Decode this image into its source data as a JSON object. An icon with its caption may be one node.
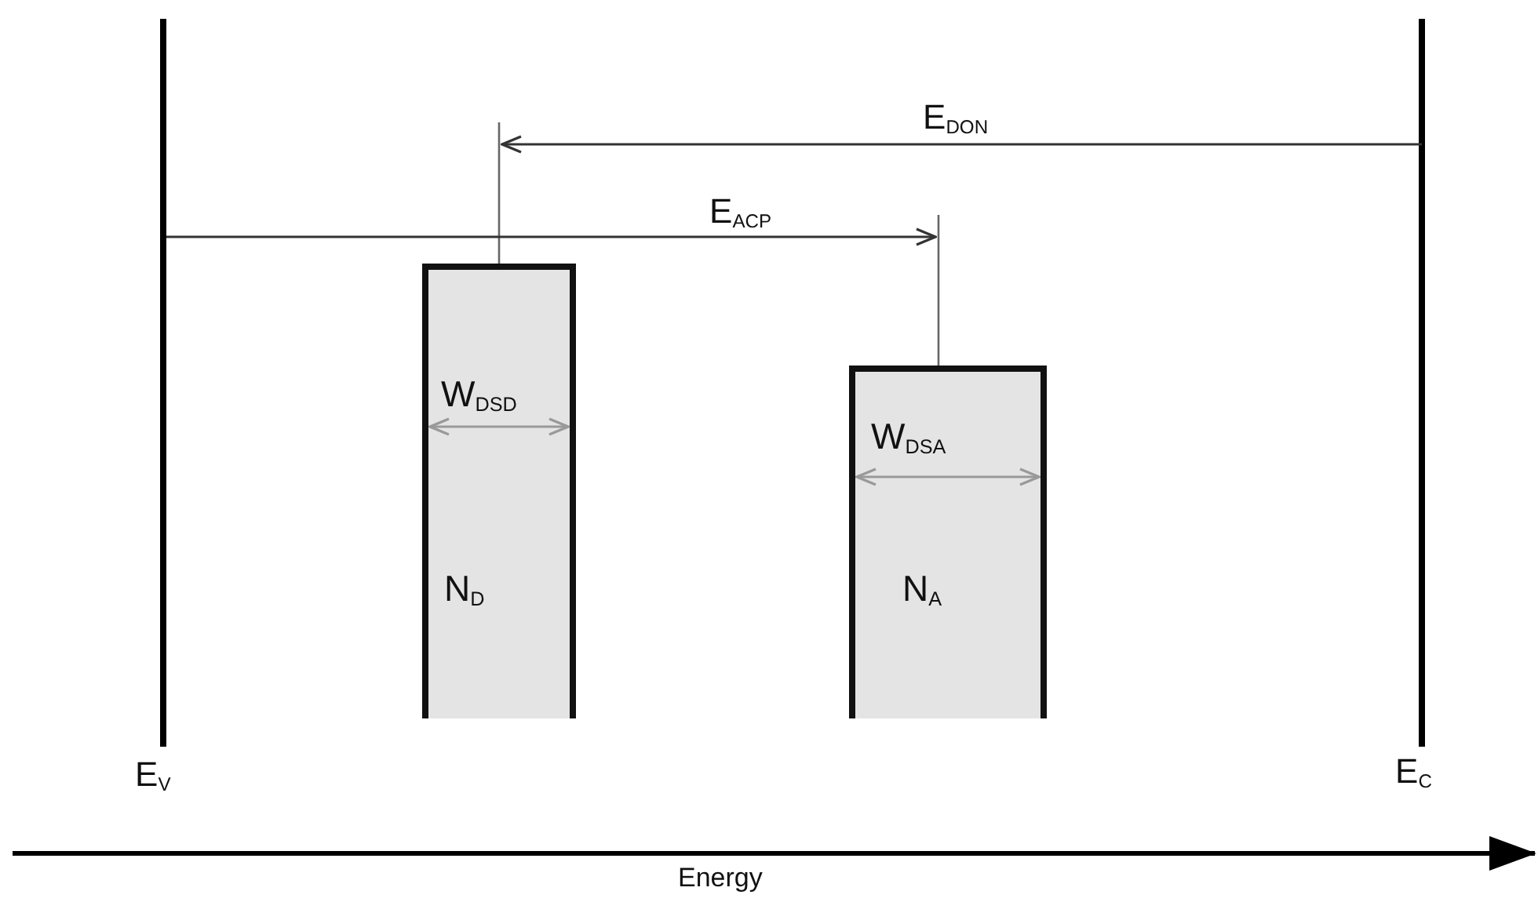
{
  "diagram": {
    "nodes": [
      {
        "text": [
          "W$_{DSD}$",
          "N$_{D}$"
        ]
      },
      {
        "text": [
          "W$_{DSA}$",
          "N$_{A}$"
        ]
      }
    ],
    "labels": [
      "E$_{DON}$",
      "E$_{ACP}$",
      "E$_{V}$",
      "E$_{C}$",
      "Energy"
    ]
  }
}
